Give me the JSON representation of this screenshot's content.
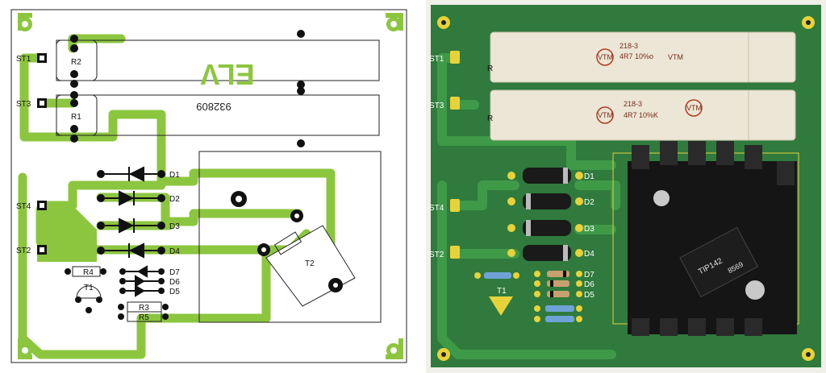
{
  "layout_board": {
    "brand_text": "ELV",
    "board_number": "932809",
    "terminals": {
      "st1": "ST1",
      "st2": "ST2",
      "st3": "ST3",
      "st4": "ST4"
    },
    "components": {
      "r1": "R1",
      "r2": "R2",
      "r3": "R3",
      "r4": "R4",
      "r5": "R5",
      "t1": "T1",
      "t2": "T2",
      "d1": "D1",
      "d2": "D2",
      "d3": "D3",
      "d4": "D4",
      "d5": "D5",
      "d6": "D6",
      "d7": "D7"
    },
    "colors": {
      "trace": "#8cc63f",
      "outline": "#222222"
    }
  },
  "photo_board": {
    "terminals": {
      "st1": "ST1",
      "st2": "ST2",
      "st3": "ST3",
      "st4": "ST4"
    },
    "labels": {
      "d1": "D1",
      "d2": "D2",
      "d3": "D3",
      "d4": "D4",
      "d5": "D5",
      "d6": "D6",
      "d7": "D7",
      "t1": "T1",
      "r_top_partial": "R",
      "r_bottom_partial": "R"
    },
    "resistor_top": {
      "logo": "VTM",
      "type": "218-3",
      "value": "4R7 10%o"
    },
    "resistor_bottom": {
      "logo": "VTM",
      "type": "218-3",
      "value": "4R7 10%K"
    },
    "transistor_marking": {
      "part": "TIP142",
      "code": "8569"
    },
    "colors": {
      "pcb": "#2f7a3c",
      "trace": "#3f9a48",
      "pad": "#e8d23a",
      "heatsink": "#151515"
    }
  }
}
